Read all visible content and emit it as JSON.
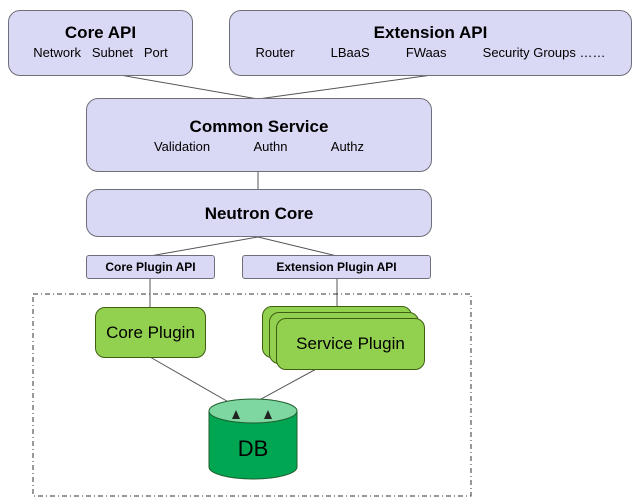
{
  "core_api": {
    "title": "Core API",
    "items": [
      "Network",
      "Subnet",
      "Port"
    ]
  },
  "extension_api": {
    "title": "Extension API",
    "items": [
      "Router",
      "LBaaS",
      "FWaas",
      "Security Groups ……"
    ]
  },
  "common_service": {
    "title": "Common Service",
    "items": [
      "Validation",
      "Authn",
      "Authz"
    ]
  },
  "neutron_core": {
    "title": "Neutron Core"
  },
  "core_plugin_api": {
    "label": "Core Plugin API"
  },
  "extension_plugin_api": {
    "label": "Extension Plugin API"
  },
  "core_plugin": {
    "label": "Core Plugin"
  },
  "service_plugin": {
    "label": "Service Plugin"
  },
  "db": {
    "label": "DB"
  },
  "colors": {
    "api_box": "#d9d9f5",
    "plugin": "#92d050",
    "db": "#00a651",
    "db_top": "#7ed6a1"
  }
}
